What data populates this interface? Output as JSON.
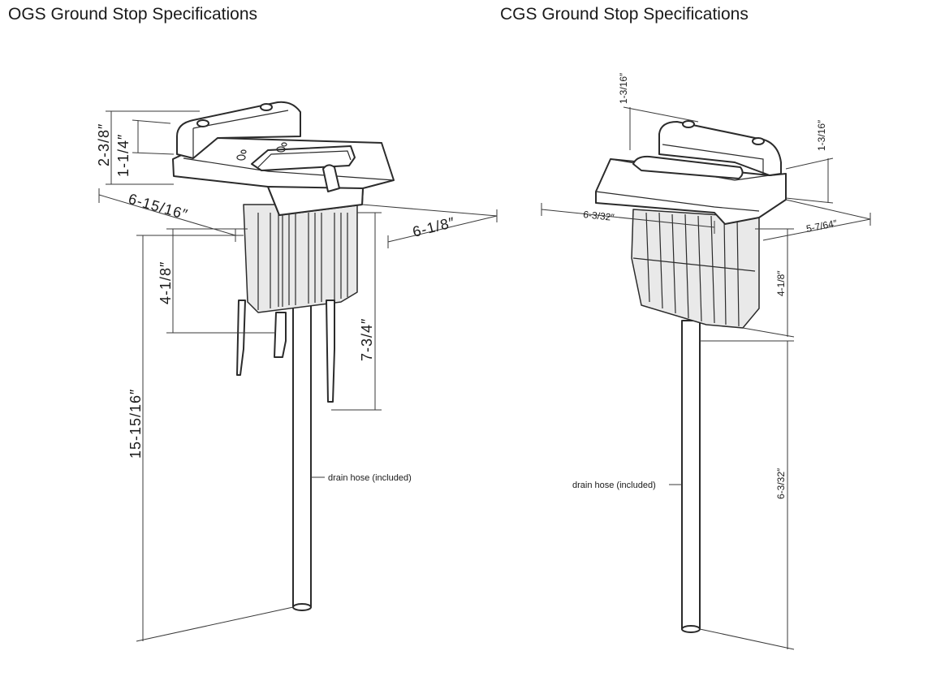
{
  "titles": {
    "ogs": "OGS Ground Stop Specifications",
    "cgs": "CGS Ground Stop Specifications"
  },
  "ogs": {
    "dims": {
      "top_height": "2-3/8″",
      "cap_height": "1-1/4″",
      "width": "6-15/16″",
      "depth": "6-1/8″",
      "basket_height": "4-1/8″",
      "spike_height": "7-3/4″",
      "overall_height": "15-15/16″"
    },
    "callout": "drain hose (included)"
  },
  "cgs": {
    "dims": {
      "left_cap": "1-3/16″",
      "right_cap": "1-3/16″",
      "width": "6-3/32″",
      "depth": "5-7/64″",
      "basket_height": "4-1/8″",
      "hose_length": "6-3/32″"
    },
    "callout": "drain hose (included)"
  }
}
